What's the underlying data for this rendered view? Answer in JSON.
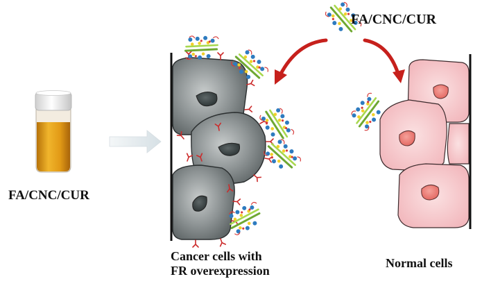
{
  "labels": {
    "vial_label": "FA/CNC/CUR",
    "top_label": "FA/CNC/CUR",
    "cancer_line1": "Cancer cells with",
    "cancer_line2": "FR overexpression",
    "normal_label": "Normal cells"
  },
  "colors": {
    "cancer_cell": "#7d8384",
    "cancer_nucleus": "#3f4849",
    "normal_cell": "#f6c8cc",
    "normal_nucleus": "#ec7f7a",
    "receptor": "#cc2b2b",
    "arrow": "#c6201c",
    "vial_liquid": "#e6a21a",
    "vial_cap": "#f2f2f2",
    "nanocrystal": "#8cc63f",
    "gray_arrow": "#e3ebef"
  },
  "icons": [
    "vial-icon",
    "transfer-arrow-icon",
    "nanocrystal-icon",
    "folate-receptor-icon",
    "targeting-arrow-icon"
  ]
}
